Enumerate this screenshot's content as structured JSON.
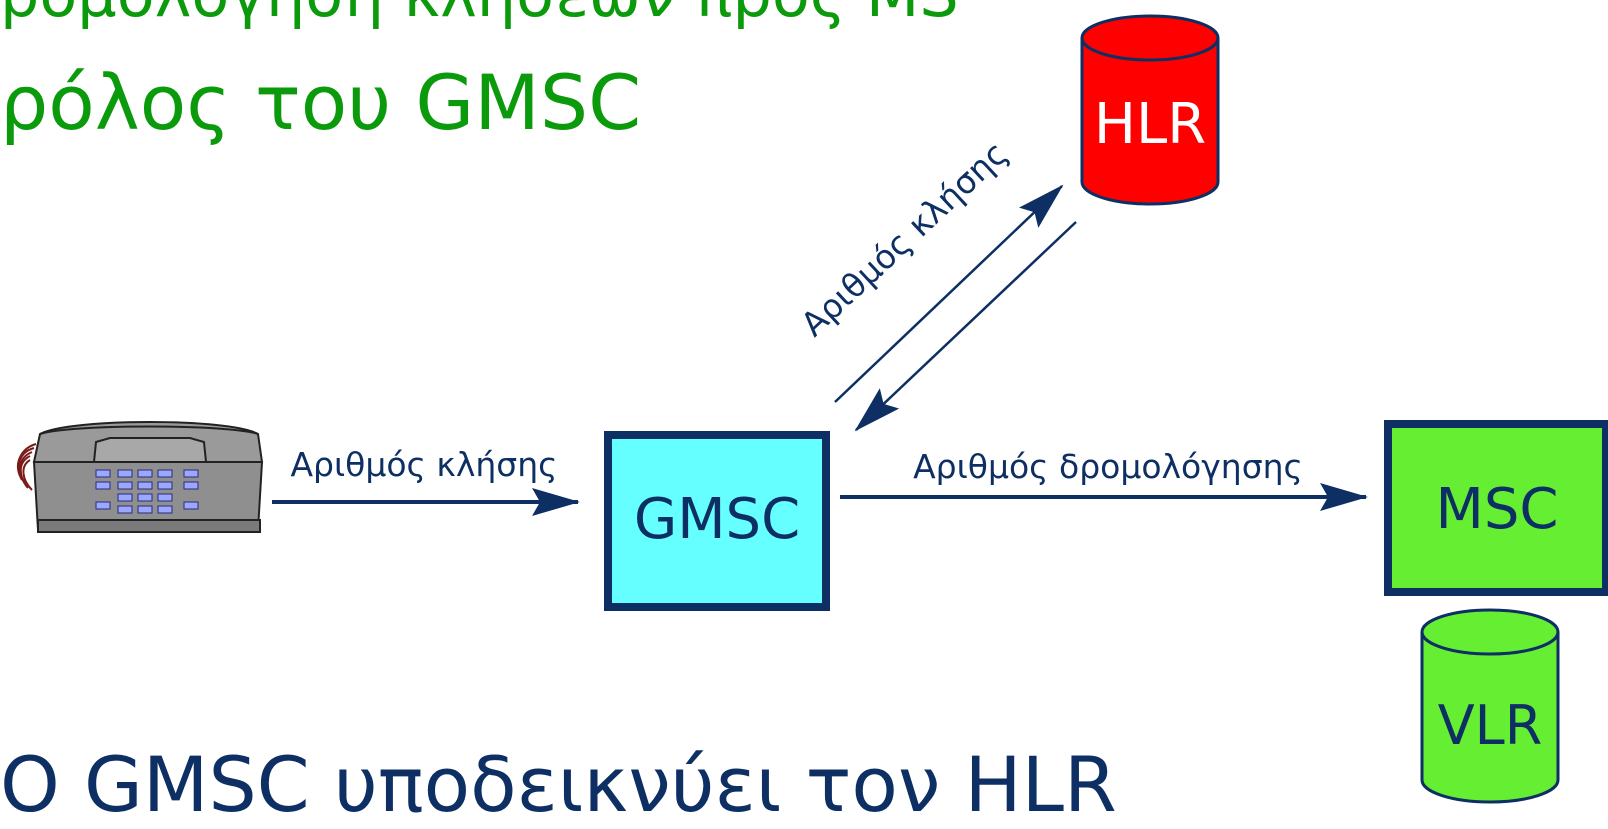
{
  "slide": {
    "title_top": "ρομολόγηση κλήσεων προς MS",
    "title_main": "ρόλος του GMSC",
    "bottom_text": "Ο GMSC υποδεικνύει τον HLR"
  },
  "diagram": {
    "nodes": {
      "hlr": "HLR",
      "gmsc": "GMSC",
      "msc": "MSC",
      "vlr": "VLR"
    },
    "edges": {
      "phone_to_gmsc": "Αριθμός κλήσης",
      "gmsc_to_hlr": "Αριθμός κλήσης",
      "gmsc_to_msc": "Αριθμός δρομολόγησης"
    }
  },
  "colors": {
    "title_green": "#0b9a0b",
    "navy": "#0e2f63",
    "hlr_fill": "#ff0000",
    "gmsc_fill": "#66ffff",
    "msc_fill": "#66ee33",
    "vlr_fill": "#66ee33",
    "phone_gray": "#8f8f8f"
  }
}
